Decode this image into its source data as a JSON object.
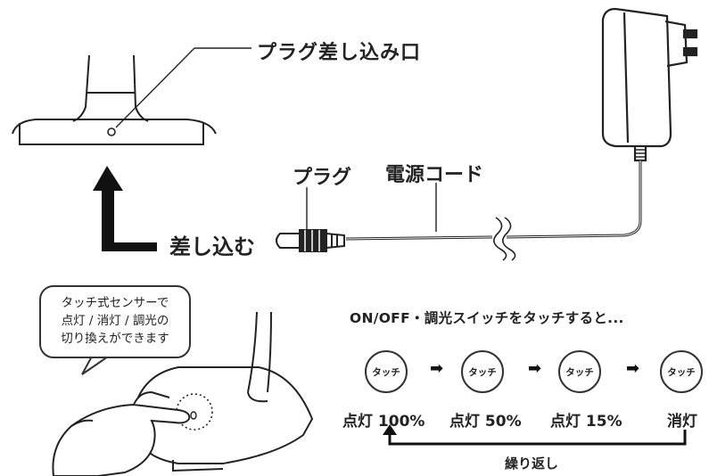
{
  "labels": {
    "plug_inlet": "プラグ差し込み口",
    "plug": "プラグ",
    "power_cord": "電源コード",
    "insert": "差し込む"
  },
  "bubble": {
    "lines": [
      "タッチ式センサーで",
      "点灯 / 消灯 / 調光の",
      "切り換えができます"
    ]
  },
  "touch_section": {
    "header": "ON/OFF・調光スイッチをタッチすると...",
    "button_label": "タッチ",
    "states": [
      "点灯 100%",
      "点灯 50%",
      "点灯 15%",
      "消灯"
    ],
    "loop_label": "繰り返し"
  }
}
